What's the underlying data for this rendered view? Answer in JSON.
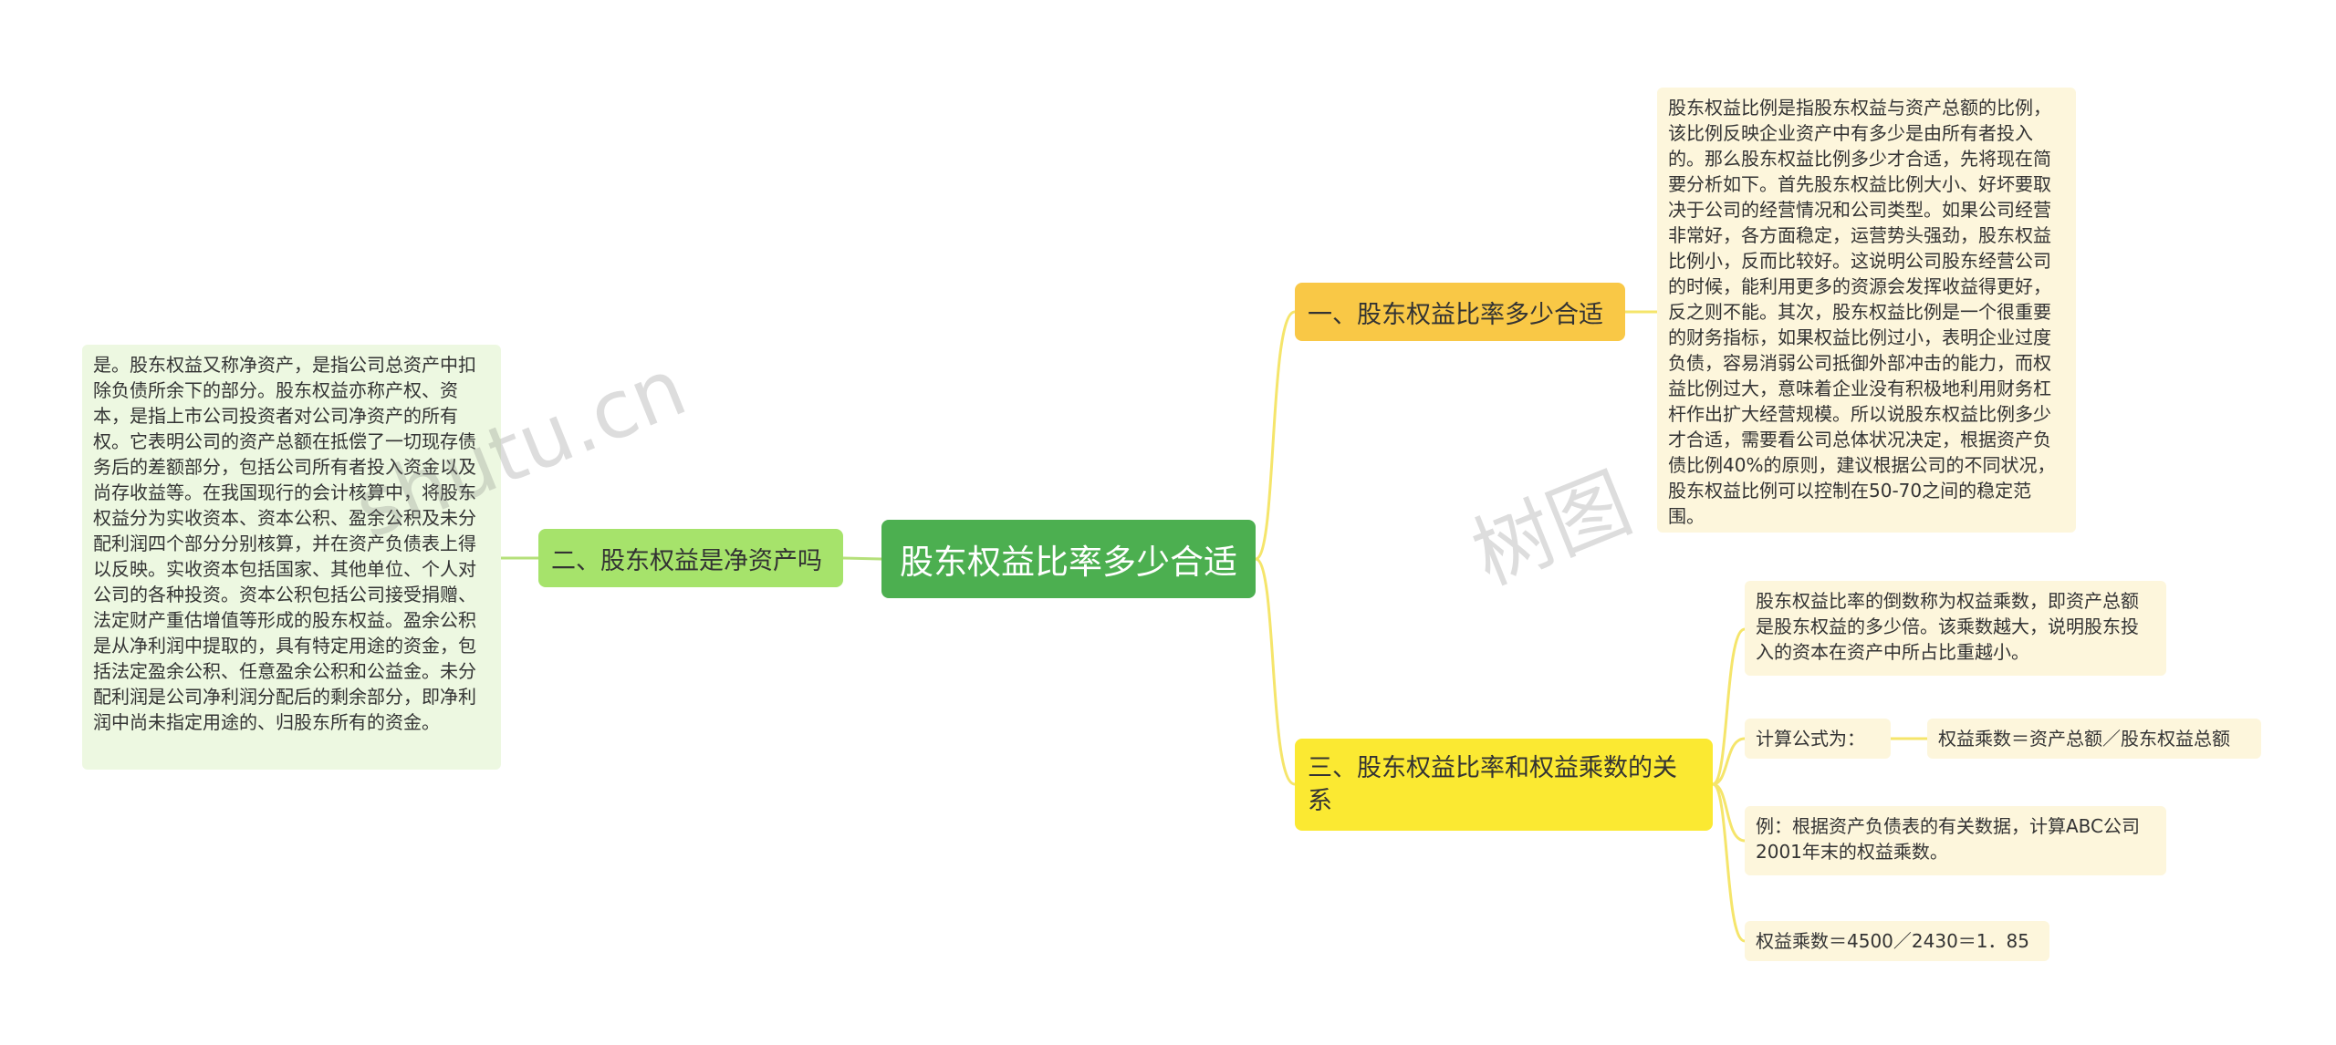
{
  "root": {
    "label": "股东权益比率多少合适"
  },
  "branch1": {
    "label": "一、股东权益比率多少合适",
    "detail": "股东权益比例是指股东权益与资产总额的比例，该比例反映企业资产中有多少是由所有者投入的。那么股东权益比例多少才合适，先将现在简要分析如下。首先股东权益比例大小、好坏要取决于公司的经营情况和公司类型。如果公司经营非常好，各方面稳定，运营势头强劲，股东权益比例小，反而比较好。这说明公司股东经营公司的时候，能利用更多的资源会发挥收益得更好，反之则不能。其次，股东权益比例是一个很重要的财务指标，如果权益比例过小，表明企业过度负债，容易消弱公司抵御外部冲击的能力，而权益比例过大，意味着企业没有积极地利用财务杠杆作出扩大经营规模。所以说股东权益比例多少才合适，需要看公司总体状况决定，根据资产负债比例40%的原则，建议根据公司的不同状况，股东权益比例可以控制在50-70之间的稳定范围。"
  },
  "branch2": {
    "label": "二、股东权益是净资产吗",
    "detail": "是。股东权益又称净资产，是指公司总资产中扣除负债所余下的部分。股东权益亦称产权、资本，是指上市公司投资者对公司净资产的所有权。它表明公司的资产总额在抵偿了一切现存债务后的差额部分，包括公司所有者投入资金以及尚存收益等。在我国现行的会计核算中，将股东权益分为实收资本、资本公积、盈余公积及未分配利润四个部分分别核算，并在资产负债表上得以反映。实收资本包括国家、其他单位、个人对公司的各种投资。资本公积包括公司接受捐赠、法定财产重估增值等形成的股东权益。盈余公积是从净利润中提取的，具有特定用途的资金，包括法定盈余公积、任意盈余公积和公益金。未分配利润是公司净利润分配后的剩余部分，即净利润中尚未指定用途的、归股东所有的资金。"
  },
  "branch3": {
    "label": "三、股东权益比率和权益乘数的关系",
    "items": [
      "股东权益比率的倒数称为权益乘数，即资产总额是股东权益的多少倍。该乘数越大，说明股东投入的资本在资产中所占比重越小。",
      "计算公式为：",
      "例：根据资产负债表的有关数据，计算ABC公司2001年末的权益乘数。",
      "权益乘数＝4500／2430＝1．85"
    ],
    "formula": "权益乘数＝资产总额／股东权益总额"
  },
  "watermark": {
    "left": "shutu.cn",
    "right": "树图"
  },
  "colors": {
    "root": "#4caf50",
    "branch1": "#f9c846",
    "branch2": "#a6e36b",
    "branch3": "#fbe932",
    "connector_right": "#f5e56b",
    "connector_left": "#b5e07a"
  }
}
